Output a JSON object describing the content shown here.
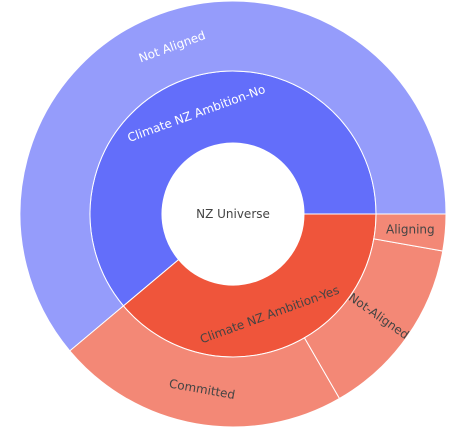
{
  "chart_data": {
    "type": "sunburst",
    "root": {
      "label": "NZ Universe"
    },
    "segments": [
      {
        "id": "no",
        "label": "Climate NZ Ambition-No",
        "parent": "root",
        "start_deg": 0,
        "end_deg": 220,
        "color": "#636efa",
        "text_color": "#ffffff"
      },
      {
        "id": "yes",
        "label": "Climate NZ Ambition-Yes",
        "parent": "root",
        "start_deg": 220,
        "end_deg": 360,
        "color": "#ef553b",
        "text_color": "#444444"
      },
      {
        "id": "not_aligned",
        "label": "Not Aligned",
        "parent": "no",
        "start_deg": 0,
        "end_deg": 220,
        "color": "#959cfb",
        "text_color": "#ffffff"
      },
      {
        "id": "committed",
        "label": "Committed",
        "parent": "yes",
        "start_deg": 220,
        "end_deg": 300,
        "color": "#f38876",
        "text_color": "#444444"
      },
      {
        "id": "not_aligned_dash",
        "label": "Not-Aligned",
        "parent": "yes",
        "start_deg": 300,
        "end_deg": 350,
        "color": "#f38876",
        "text_color": "#444444"
      },
      {
        "id": "aligning",
        "label": "Aligning",
        "parent": "yes",
        "start_deg": 350,
        "end_deg": 360,
        "color": "#f38876",
        "text_color": "#444444"
      }
    ]
  }
}
